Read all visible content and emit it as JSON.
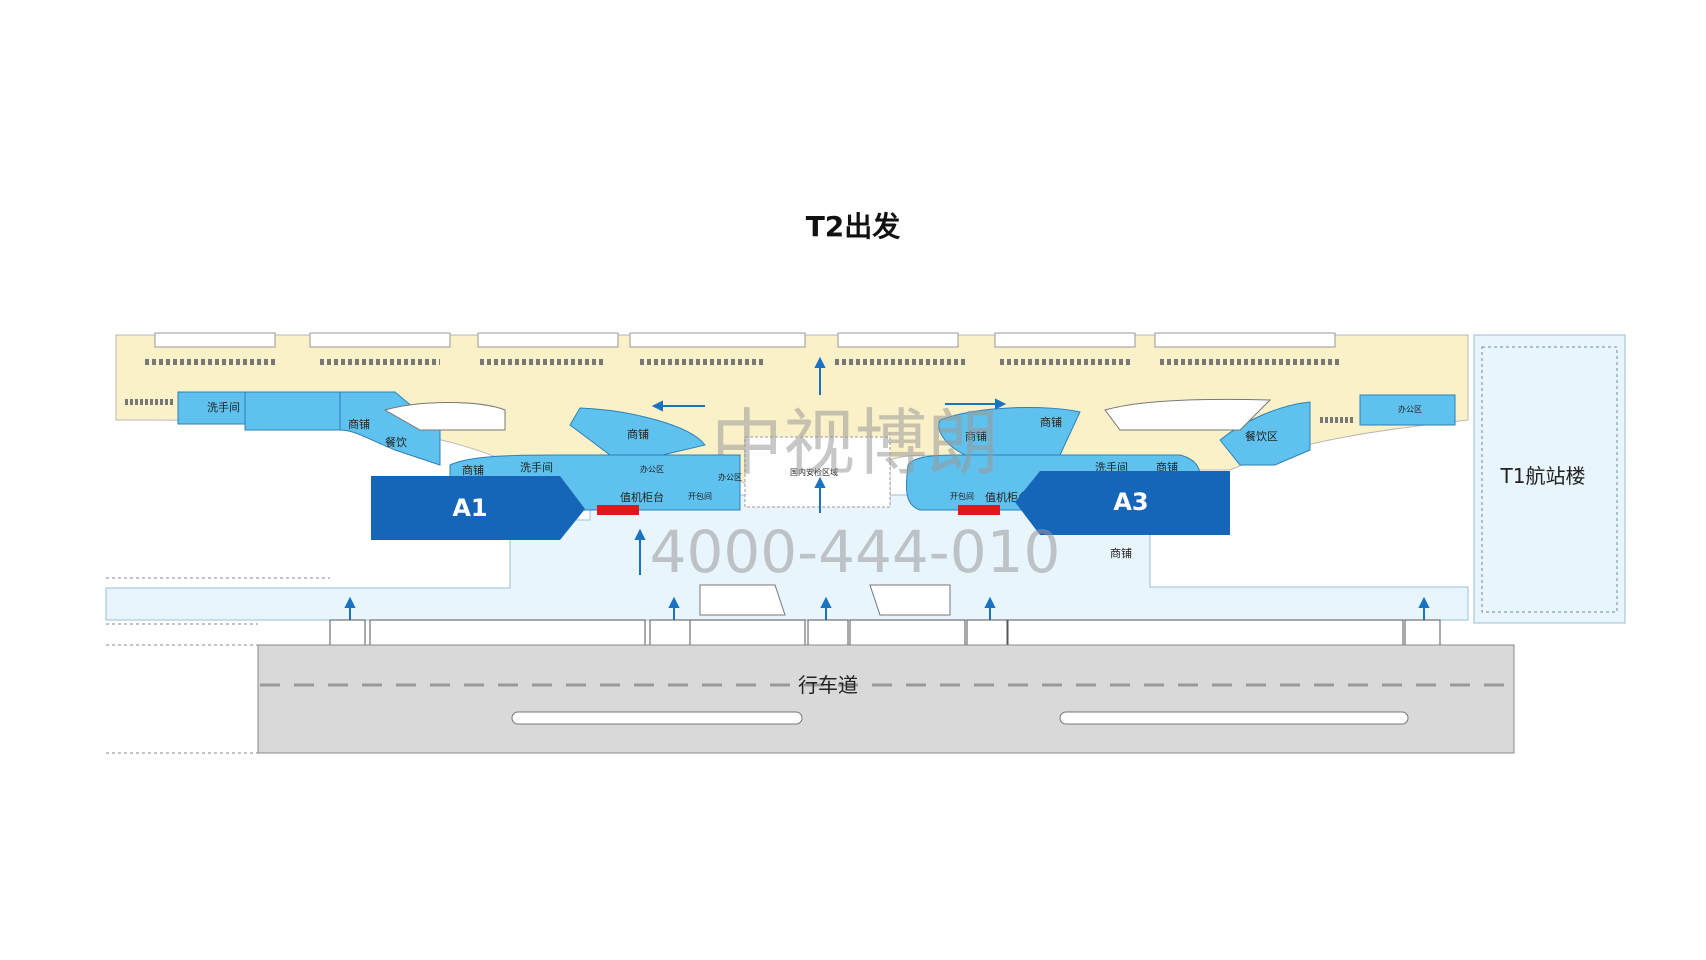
{
  "title": "T2出发",
  "watermark": {
    "brand": "中视博朗",
    "phone": "4000-444-010"
  },
  "zones": {
    "restroom": "洗手间",
    "shop": "商铺",
    "dining": "餐饮",
    "dining_area": "餐饮区",
    "office": "办公区",
    "checkin": "值机柜台",
    "security": "国内安检区域",
    "baggage": "开包间",
    "t1": "T1航站楼",
    "road": "行车道"
  },
  "ad_spots": [
    {
      "id": "A1",
      "direction": "right"
    },
    {
      "id": "A3",
      "direction": "left"
    }
  ],
  "colors": {
    "concourse": "#fbf1c8",
    "zone_blue": "#5fc2ee",
    "hall": "#e9f5fd",
    "ad_blue": "#1565b8",
    "arrow": "#1a73c0",
    "checkin_red": "#e8141c",
    "road": "#d9d9d9"
  }
}
